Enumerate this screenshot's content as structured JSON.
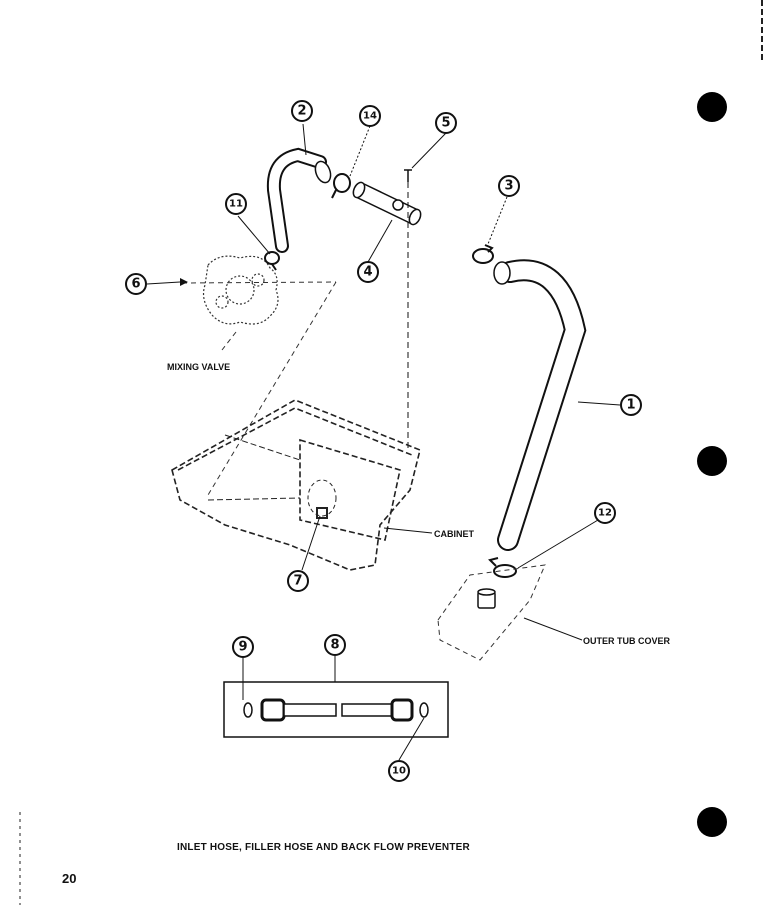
{
  "callouts": [
    "1",
    "2",
    "3",
    "4",
    "5",
    "6",
    "7",
    "8",
    "9",
    "10",
    "11",
    "12",
    "14"
  ],
  "labels": {
    "mixing_valve": "MIXING VALVE",
    "cabinet": "CABINET",
    "outer_tub_cover": "OUTER TUB COVER"
  },
  "caption": "INLET HOSE, FILLER HOSE AND BACK FLOW PREVENTER",
  "page_number": "20"
}
